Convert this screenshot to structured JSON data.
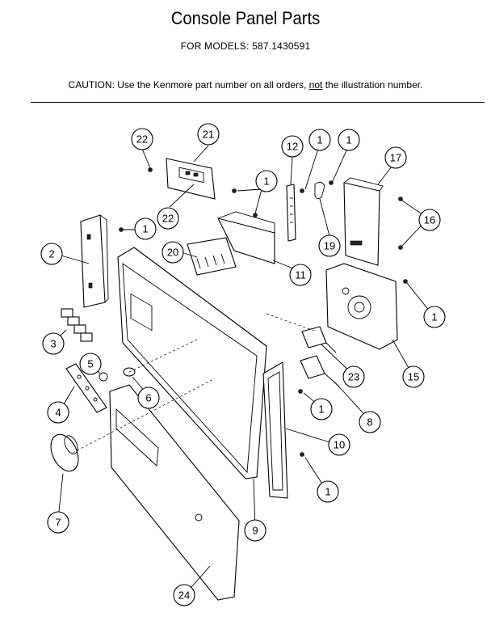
{
  "header": {
    "title": "Console Panel Parts",
    "models": "FOR MODELS:  587.1430591",
    "caution_prefix": "CAUTION:  Use the Kenmore part number on all orders, ",
    "caution_emphasis": "not",
    "caution_suffix": " the illustration number."
  },
  "callouts": [
    "22",
    "21",
    "12",
    "1",
    "1",
    "17",
    "1",
    "22",
    "16",
    "1",
    "2",
    "20",
    "19",
    "11",
    "1",
    "3",
    "5",
    "23",
    "15",
    "6",
    "4",
    "1",
    "8",
    "10",
    "7",
    "1",
    "9",
    "24"
  ]
}
